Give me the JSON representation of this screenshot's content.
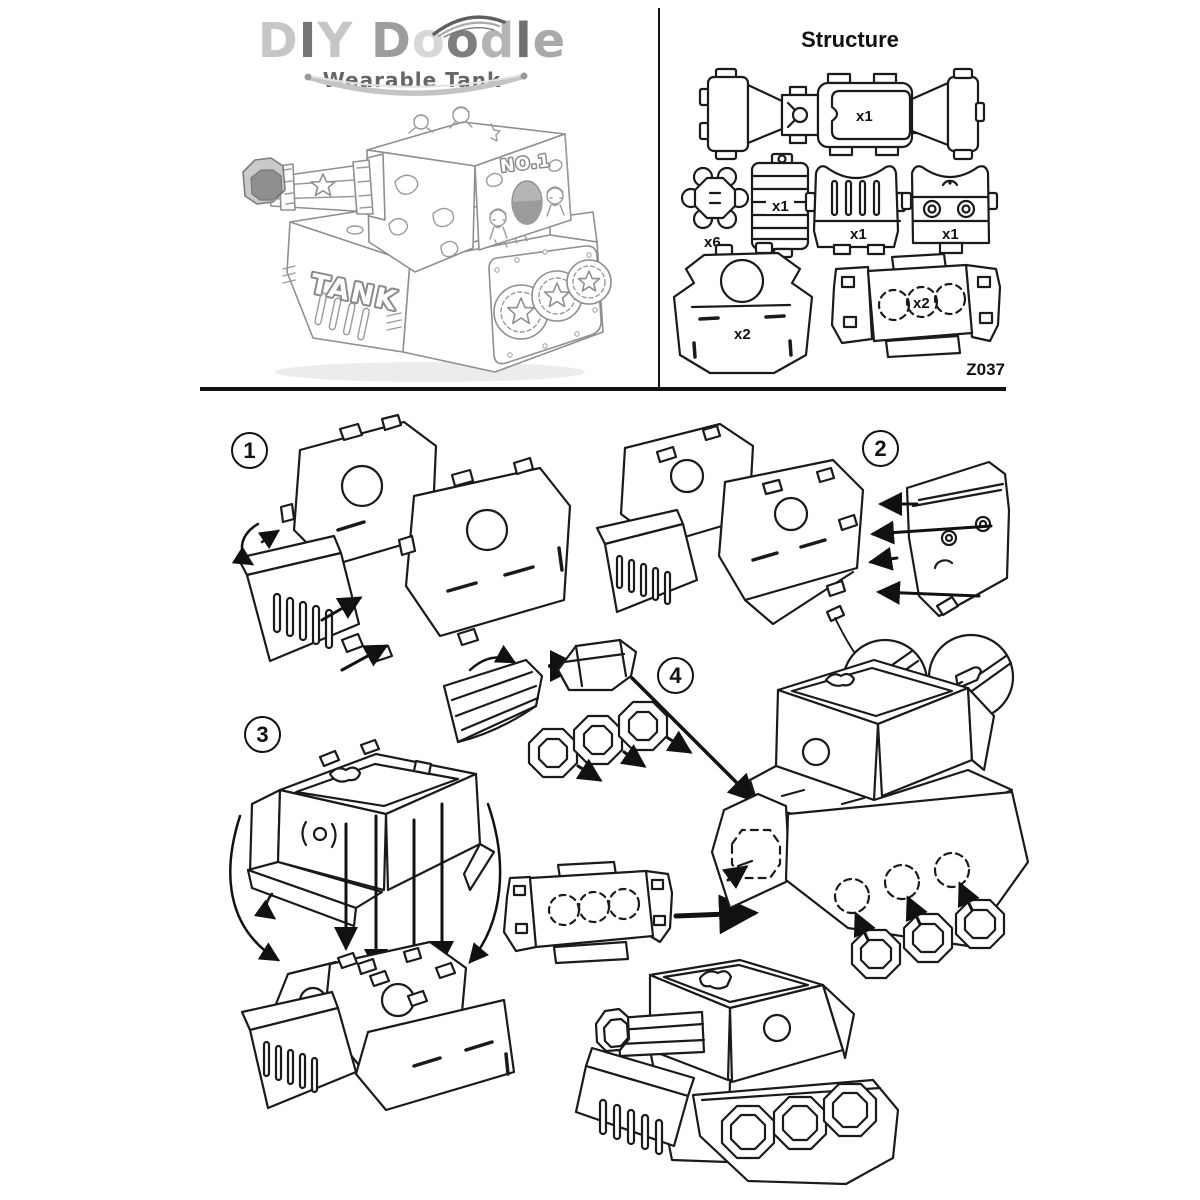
{
  "logo": {
    "letters": [
      {
        "ch": "D",
        "color": "#c6c6c6"
      },
      {
        "ch": "I",
        "color": "#757575"
      },
      {
        "ch": "Y",
        "color": "#c6c6c6"
      },
      {
        "ch": " ",
        "color": "#ffffff"
      },
      {
        "ch": "D",
        "color": "#9d9d9d"
      },
      {
        "ch": "o",
        "color": "#d8d8d8"
      },
      {
        "ch": "o",
        "color": "#7e7e7e"
      },
      {
        "ch": "d",
        "color": "#b4b4b4"
      },
      {
        "ch": "l",
        "color": "#707070"
      },
      {
        "ch": "e",
        "color": "#a9a9a9"
      }
    ],
    "subtitle": "Wearable Tank"
  },
  "illustration": {
    "turret_label": "NO.1",
    "hull_label": "TANK"
  },
  "structure": {
    "title": "Structure",
    "code": "Z037",
    "pieces": [
      {
        "id": "turret-roof-strip",
        "qty": "x1"
      },
      {
        "id": "wheel-cog",
        "qty": "x6"
      },
      {
        "id": "barrel-wrap",
        "qty": "x1"
      },
      {
        "id": "front-grille",
        "qty": "x1"
      },
      {
        "id": "rear-hatch",
        "qty": "x1"
      },
      {
        "id": "hull-shell",
        "qty": "x2"
      },
      {
        "id": "track-side",
        "qty": "x2"
      }
    ]
  },
  "steps": {
    "one": "1",
    "two": "2",
    "three": "3",
    "four": "4"
  },
  "colors": {
    "line": "#1a1a1a",
    "logo_swoosh": "#c4c4c4",
    "hole_shade": "#b5b5b5"
  }
}
